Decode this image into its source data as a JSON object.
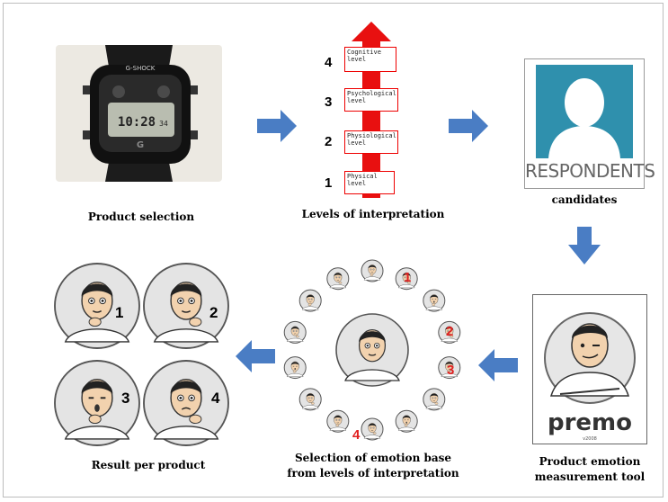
{
  "captions": {
    "product_selection": "Product selection",
    "levels_of_interpretation": "Levels of interpretation",
    "candidates": "candidates",
    "result_per_product": "Result per product",
    "selection_line1": "Selection of emotion base",
    "selection_line2": "from levels of interpretation",
    "tool_line1": "Product emotion",
    "tool_line2": "measurement tool"
  },
  "watch": {
    "brand": "G-SHOCK",
    "time": "10:28",
    "seconds": "34"
  },
  "respondents": {
    "label": "RESPONDENTS",
    "icon": "person-silhouette-icon",
    "color": "#2f90ad"
  },
  "levels": [
    {
      "num": "4",
      "line1": "Cognitive",
      "line2": "level"
    },
    {
      "num": "3",
      "line1": "Psychological",
      "line2": "level"
    },
    {
      "num": "2",
      "line1": "Physiological",
      "line2": "level"
    },
    {
      "num": "1",
      "line1": "Physical",
      "line2": "level"
    }
  ],
  "emotion_base_markers": [
    "1",
    "2",
    "3",
    "4"
  ],
  "results": [
    "1",
    "2",
    "3",
    "4"
  ],
  "premo": {
    "logo": "premo",
    "sub": "v2008"
  },
  "colors": {
    "arrow": "#4a7dc4",
    "level_arrow": "#e81010",
    "marker": "#e02020"
  }
}
